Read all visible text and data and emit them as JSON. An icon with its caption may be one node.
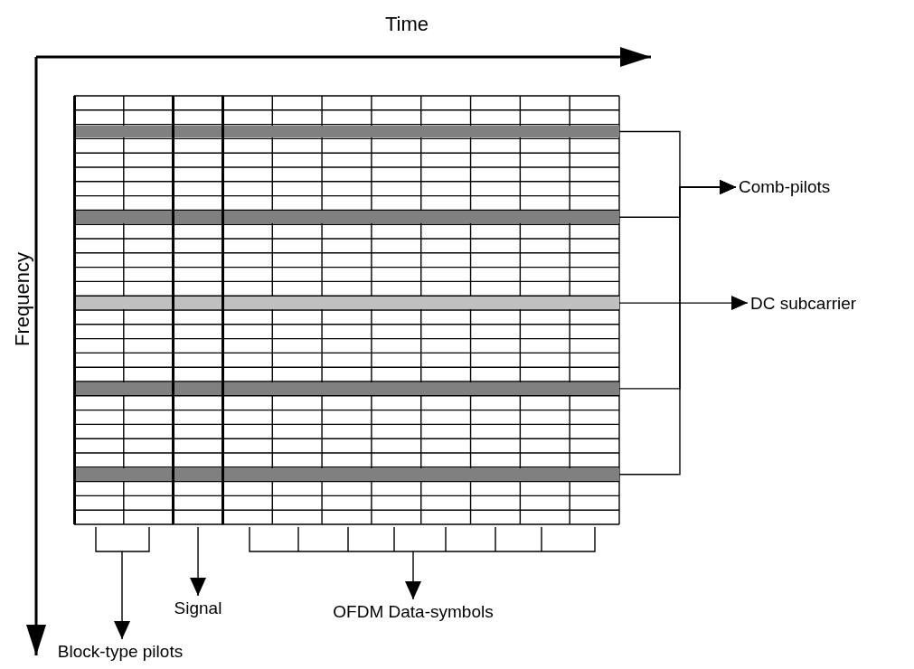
{
  "diagram": {
    "nodes": [
      {
        "text": [
          "Comb-pilots"
        ]
      },
      {
        "text": [
          "DC subcarrier"
        ]
      },
      {
        "text": [
          "Signal"
        ]
      },
      {
        "text": [
          "Block-type pilots"
        ]
      },
      {
        "text": [
          "OFDM Data-symbols"
        ]
      },
      {
        "text": [],
        "shape": "bar"
      },
      {
        "text": [],
        "shape": "bar"
      },
      {
        "text": [],
        "shape": "bar"
      },
      {
        "text": [],
        "shape": "bar"
      },
      {
        "text": [],
        "shape": "bar"
      },
      {
        "text": [],
        "shape": "box"
      },
      {
        "text": [],
        "shape": "box"
      },
      {
        "text": [],
        "shape": "box"
      }
    ],
    "edges": [
      {
        "from": 5,
        "to": 0,
        "arrow": "to"
      },
      {
        "from": 6,
        "to": 0,
        "arrow": "to"
      },
      {
        "from": 8,
        "to": 0,
        "arrow": "to"
      },
      {
        "from": 9,
        "to": 0,
        "arrow": "to"
      },
      {
        "from": 7,
        "to": 1,
        "arrow": "to"
      },
      {
        "from": 10,
        "to": 3,
        "arrow": "to"
      },
      {
        "from": 11,
        "to": 2,
        "arrow": "to"
      },
      {
        "from": 12,
        "to": 4,
        "arrow": "to"
      }
    ],
    "labels": [
      "Time",
      "Frequency"
    ]
  }
}
